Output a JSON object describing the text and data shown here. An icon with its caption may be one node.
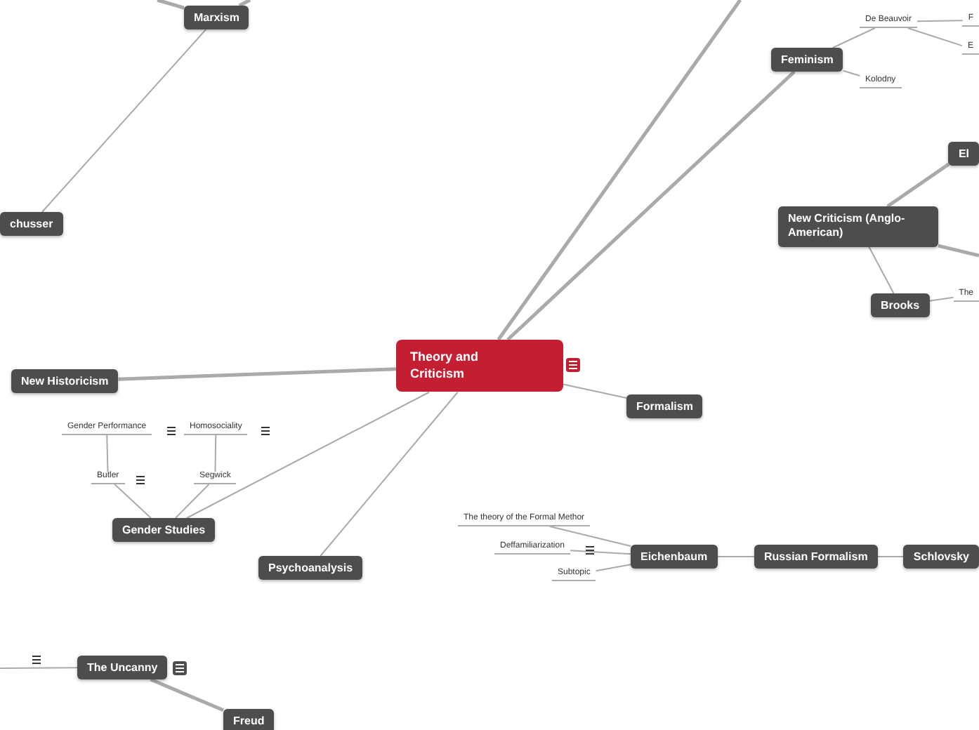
{
  "diagram": {
    "nodes": [
      {
        "text": [
          "Marxism"
        ]
      },
      {
        "text": [
          "chusser"
        ]
      },
      {
        "text": [
          "Feminism"
        ]
      },
      {
        "text": [
          "De Beauvoir"
        ]
      },
      {
        "text": [
          "F"
        ]
      },
      {
        "text": [
          "E"
        ]
      },
      {
        "text": [
          "Kolodny"
        ]
      },
      {
        "text": [
          "El"
        ]
      },
      {
        "text": [
          "New Criticism (Anglo-American)"
        ]
      },
      {
        "text": [
          "Brooks"
        ]
      },
      {
        "text": [
          "The"
        ]
      },
      {
        "text": [
          "Theory and Criticism"
        ]
      },
      {
        "text": [
          "New Historicism"
        ]
      },
      {
        "text": [
          "Formalism"
        ]
      },
      {
        "text": [
          "Gender Performance"
        ]
      },
      {
        "text": [
          "Homosociality"
        ]
      },
      {
        "text": [
          "Butler"
        ]
      },
      {
        "text": [
          "Segwick"
        ]
      },
      {
        "text": [
          "Gender Studies"
        ]
      },
      {
        "text": [
          "The theory of the Formal Methor"
        ]
      },
      {
        "text": [
          "Eichenbaum"
        ]
      },
      {
        "text": [
          "Russian Formalism"
        ]
      },
      {
        "text": [
          "Schlovsky"
        ]
      },
      {
        "text": [
          "Deffamiliarization"
        ]
      },
      {
        "text": [
          "Psychoanalysis"
        ]
      },
      {
        "text": [
          "Subtopic"
        ]
      },
      {
        "text": [
          "The Uncanny"
        ]
      },
      {
        "text": [
          "Freud"
        ]
      }
    ],
    "edges": [
      {
        "from": 0,
        "to": 1,
        "arrow": "none"
      },
      {
        "from": null,
        "to": 0,
        "arrow": "none",
        "style": "thick"
      },
      {
        "from": null,
        "to": 0,
        "arrow": "none",
        "style": "thick"
      },
      {
        "from": 11,
        "to": 2,
        "arrow": "none",
        "style": "thick"
      },
      {
        "from": 11,
        "to": null,
        "arrow": "none",
        "style": "thick"
      },
      {
        "from": 2,
        "to": 3,
        "arrow": "none"
      },
      {
        "from": 2,
        "to": 6,
        "arrow": "none"
      },
      {
        "from": 3,
        "to": 4,
        "arrow": "none"
      },
      {
        "from": 3,
        "to": 5,
        "arrow": "none"
      },
      {
        "from": 8,
        "to": 7,
        "arrow": "none",
        "style": "thick"
      },
      {
        "from": 8,
        "to": null,
        "arrow": "none",
        "style": "thick"
      },
      {
        "from": 8,
        "to": 9,
        "arrow": "none"
      },
      {
        "from": 9,
        "to": 10,
        "arrow": "none"
      },
      {
        "from": 11,
        "to": 12,
        "arrow": "none",
        "style": "thick"
      },
      {
        "from": 11,
        "to": 13,
        "arrow": "none"
      },
      {
        "from": 11,
        "to": 18,
        "arrow": "none"
      },
      {
        "from": 18,
        "to": 16,
        "arrow": "none"
      },
      {
        "from": 18,
        "to": 17,
        "arrow": "none"
      },
      {
        "from": 16,
        "to": 14,
        "arrow": "none"
      },
      {
        "from": 17,
        "to": 15,
        "arrow": "none"
      },
      {
        "from": 11,
        "to": 24,
        "arrow": "none"
      },
      {
        "from": 20,
        "to": 19,
        "arrow": "none"
      },
      {
        "from": 20,
        "to": 23,
        "arrow": "none"
      },
      {
        "from": 20,
        "to": 25,
        "arrow": "none"
      },
      {
        "from": 21,
        "to": 20,
        "arrow": "none"
      },
      {
        "from": 21,
        "to": 22,
        "arrow": "none"
      },
      {
        "from": 26,
        "to": null,
        "arrow": "none"
      },
      {
        "from": 26,
        "to": 27,
        "arrow": "none",
        "style": "thick"
      }
    ]
  }
}
